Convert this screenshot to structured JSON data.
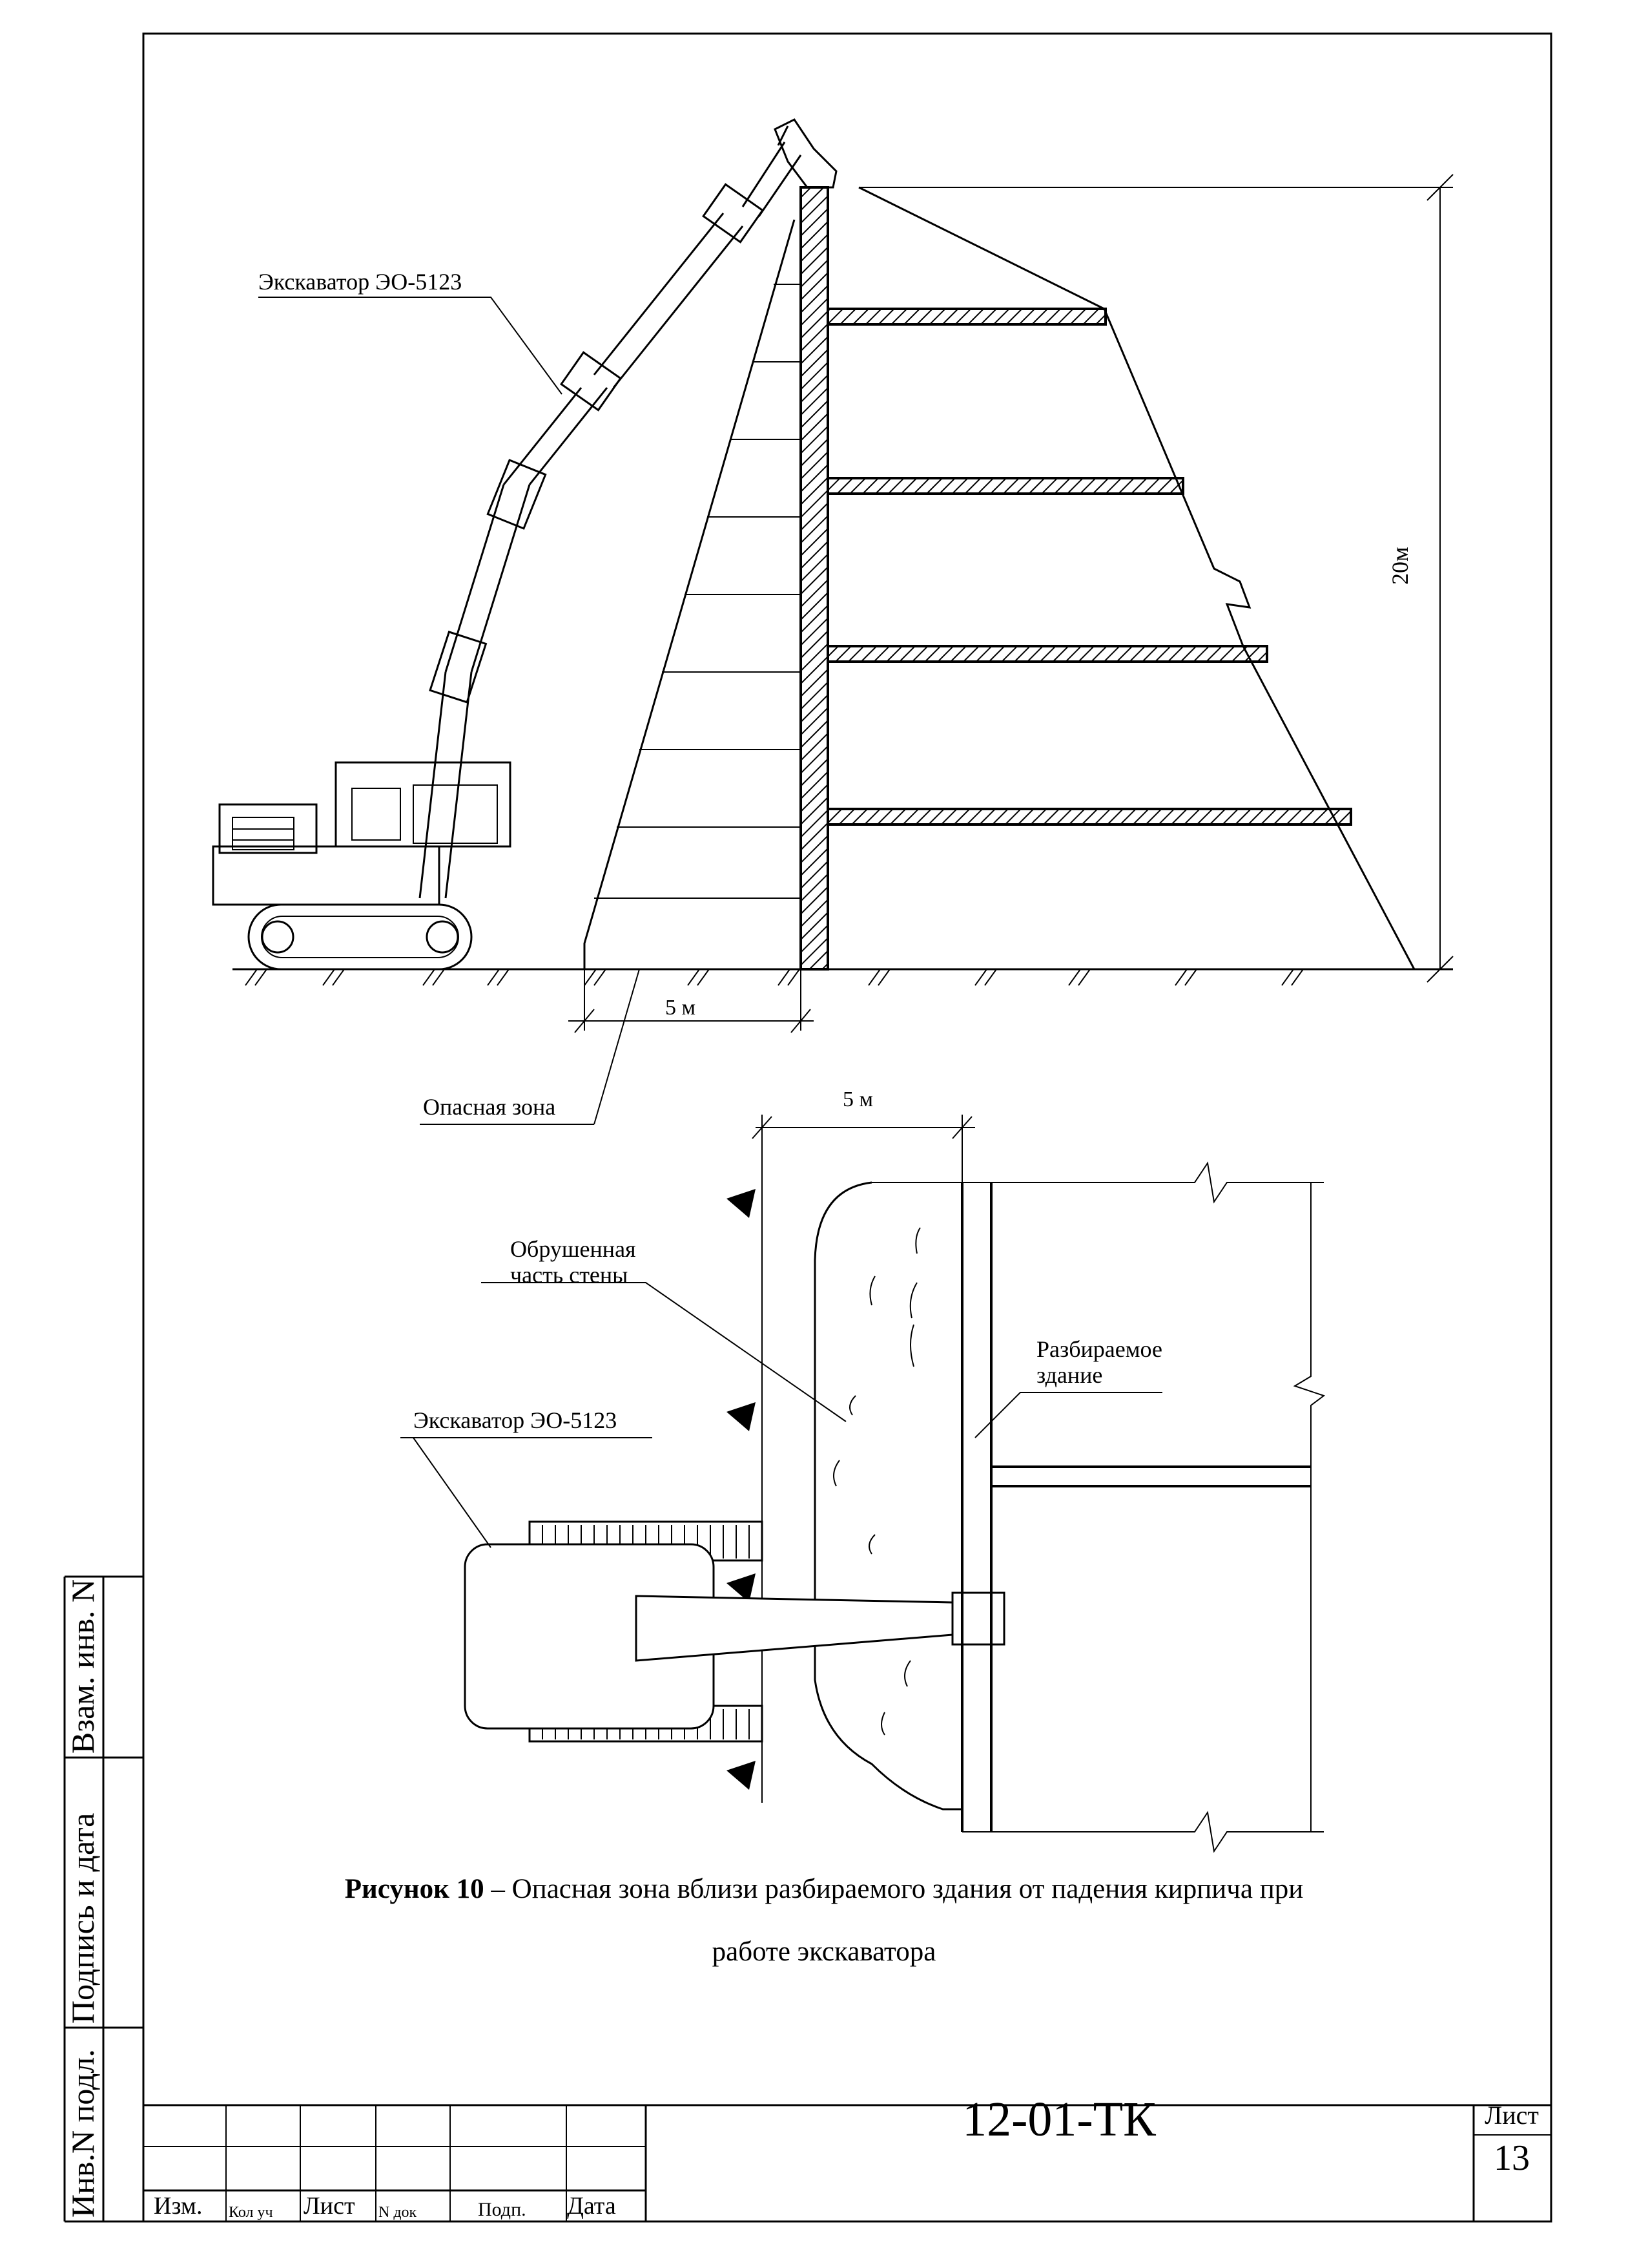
{
  "labels": {
    "excavator_top": "Экскаватор ЭО-5123",
    "height_dim": "20м",
    "zone_width_top": "5 м",
    "danger_zone": "Опасная зона",
    "zone_width_plan": "5 м",
    "collapsed_part_1": "Обрушенная",
    "collapsed_part_2": "часть стены",
    "building_1": "Разбираемое",
    "building_2": "здание",
    "excavator_plan": "Экскаватор ЭО-5123"
  },
  "caption": {
    "prefix": "Рисунок 10",
    "line1": " – Опасная зона вблизи разбираемого здания от падения кирпича при",
    "line2": "работе экскаватора"
  },
  "side_stamp": {
    "field1": "Инв.N подл.",
    "field2": "Подпись и дата",
    "field3": "Взам. инв. N"
  },
  "title_block": {
    "col_change": "Изм.",
    "col_count": "Кол уч",
    "col_sheet": "Лист",
    "col_doc": "N док",
    "col_sign": "Подп.",
    "col_date": "Дата",
    "doc_code": "12-01-ТК",
    "sheet_label": "Лист",
    "sheet_number": "13"
  }
}
